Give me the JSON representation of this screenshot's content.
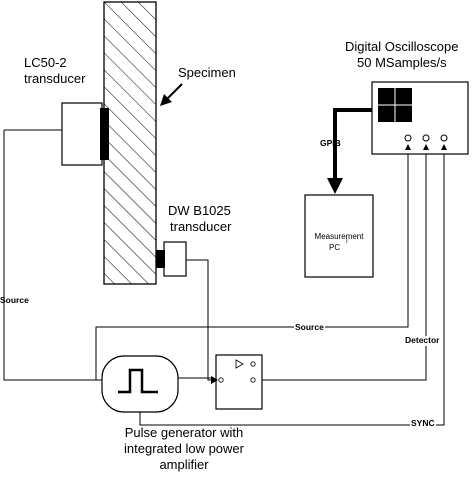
{
  "labels": {
    "lc50_line1": "LC50-2",
    "lc50_line2": "transducer",
    "specimen": "Specimen",
    "dw_line1": "DW B1025",
    "dw_line2": "transducer",
    "osc_line1": "Digital Oscilloscope",
    "osc_line2": "50 MSamples/s",
    "gpib": "GPIB",
    "pc_line1": "Measurement",
    "pc_line2": "PC",
    "pc_mark": "I",
    "source_left": "Source",
    "source_mid": "Source",
    "detector": "Detector",
    "sync": "SYNC",
    "pulse_line1": "Pulse generator with",
    "pulse_line2": "integrated low power",
    "pulse_line3": "amplifier"
  },
  "colors": {
    "line": "#000000",
    "background": "#ffffff"
  }
}
